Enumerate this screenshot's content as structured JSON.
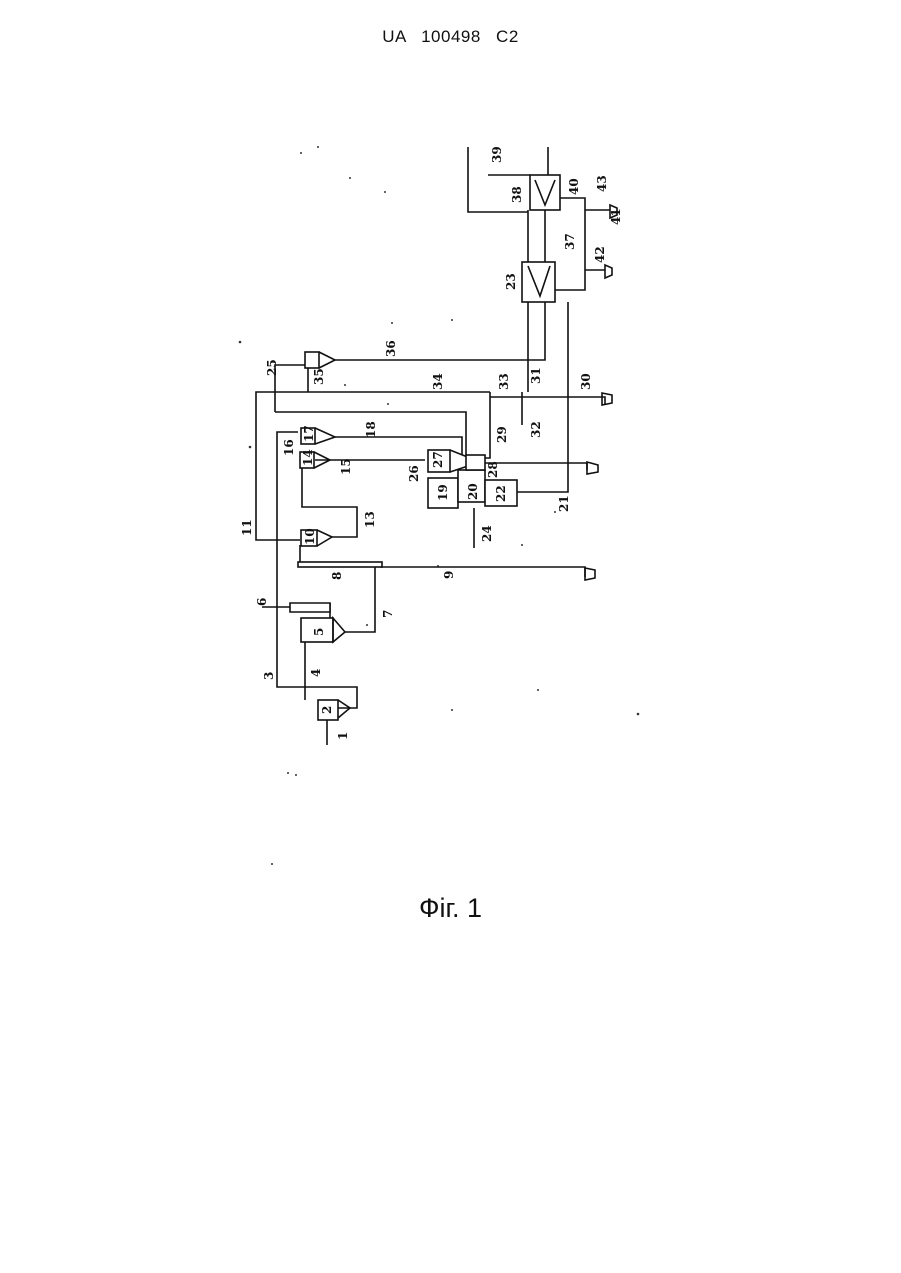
{
  "document": {
    "header": "UA 100498 C2",
    "caption": "Фіг. 1"
  },
  "figure": {
    "labels": [
      "1",
      "2",
      "3",
      "4",
      "5",
      "6",
      "7",
      "8",
      "9",
      "10",
      "11",
      "13",
      "14",
      "15",
      "16",
      "17",
      "18",
      "19",
      "20",
      "21",
      "22",
      "23",
      "24",
      "25",
      "26",
      "27",
      "28",
      "29",
      "30",
      "31",
      "32",
      "33",
      "34",
      "35",
      "36",
      "37",
      "38",
      "39",
      "40",
      "41",
      "42",
      "43"
    ]
  }
}
